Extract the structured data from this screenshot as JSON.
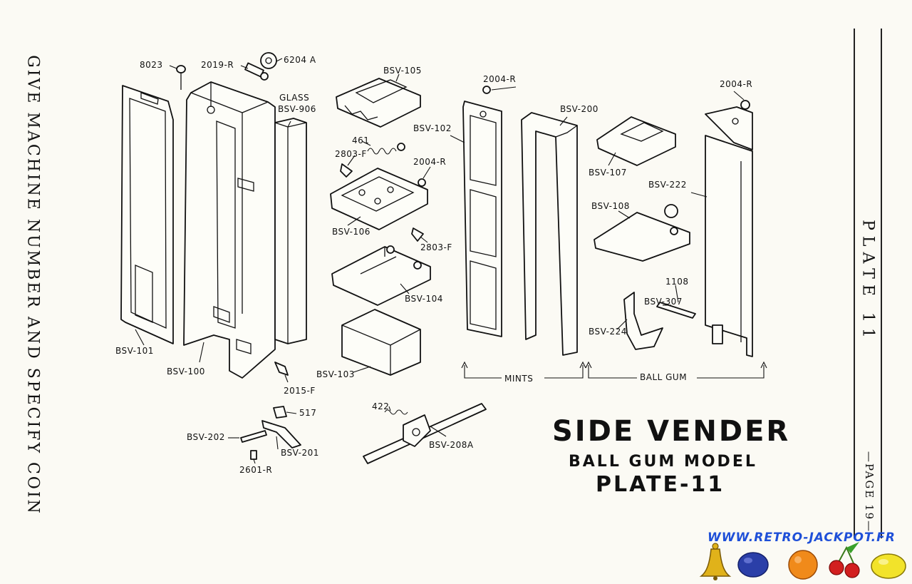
{
  "side_note": "GIVE MACHINE NUMBER AND SPECIFY COIN",
  "plate_vertical": "PLATE 11",
  "page_vertical": "—PAGE 19—",
  "title": {
    "main": "SIDE VENDER",
    "sub": "BALL GUM MODEL",
    "plate": "PLATE-11"
  },
  "section_labels": {
    "mints": "MINTS",
    "ball_gum": "BALL GUM"
  },
  "parts": {
    "p8023": "8023",
    "p2019r": "2019-R",
    "p6204a": "6204 A",
    "glass_a": "GLASS",
    "glass_b": "BSV-906",
    "bsv105": "BSV-105",
    "p2004r_a": "2004-R",
    "bsv200": "BSV-200",
    "p2004r_b": "2004-R",
    "p461": "461",
    "bsv102": "BSV-102",
    "p2803f_a": "2803-F",
    "p2004r_c": "2004-R",
    "bsv107": "BSV-107",
    "bsv222": "BSV-222",
    "bsv108": "BSV-108",
    "bsv106": "BSV-106",
    "p2803f_b": "2803-F",
    "p1108": "1108",
    "bsv307": "BSV-307",
    "bsv104": "BSV-104",
    "bsv224": "BSV-224",
    "bsv101": "BSV-101",
    "bsv100": "BSV-100",
    "p2015f": "2015-F",
    "bsv103": "BSV-103",
    "p517": "517",
    "p422": "422",
    "bsv202": "BSV-202",
    "bsv201": "BSV-201",
    "bsv208a": "BSV-208A",
    "p2601r": "2601-R"
  },
  "website": "WWW.RETRO-JACKPOT.FR",
  "logo_icons": [
    "bell-icon",
    "plum-icon",
    "orange-icon",
    "cherries-icon",
    "lemon-icon"
  ],
  "colors": {
    "paper": "#fbfaf4",
    "ink": "#111111",
    "url": "#1e4fd8",
    "bell": "#e0b21a",
    "plum": "#2b3fa8",
    "orange": "#f08a1a",
    "cherry": "#d21f1f",
    "lemon": "#f2e32a"
  }
}
